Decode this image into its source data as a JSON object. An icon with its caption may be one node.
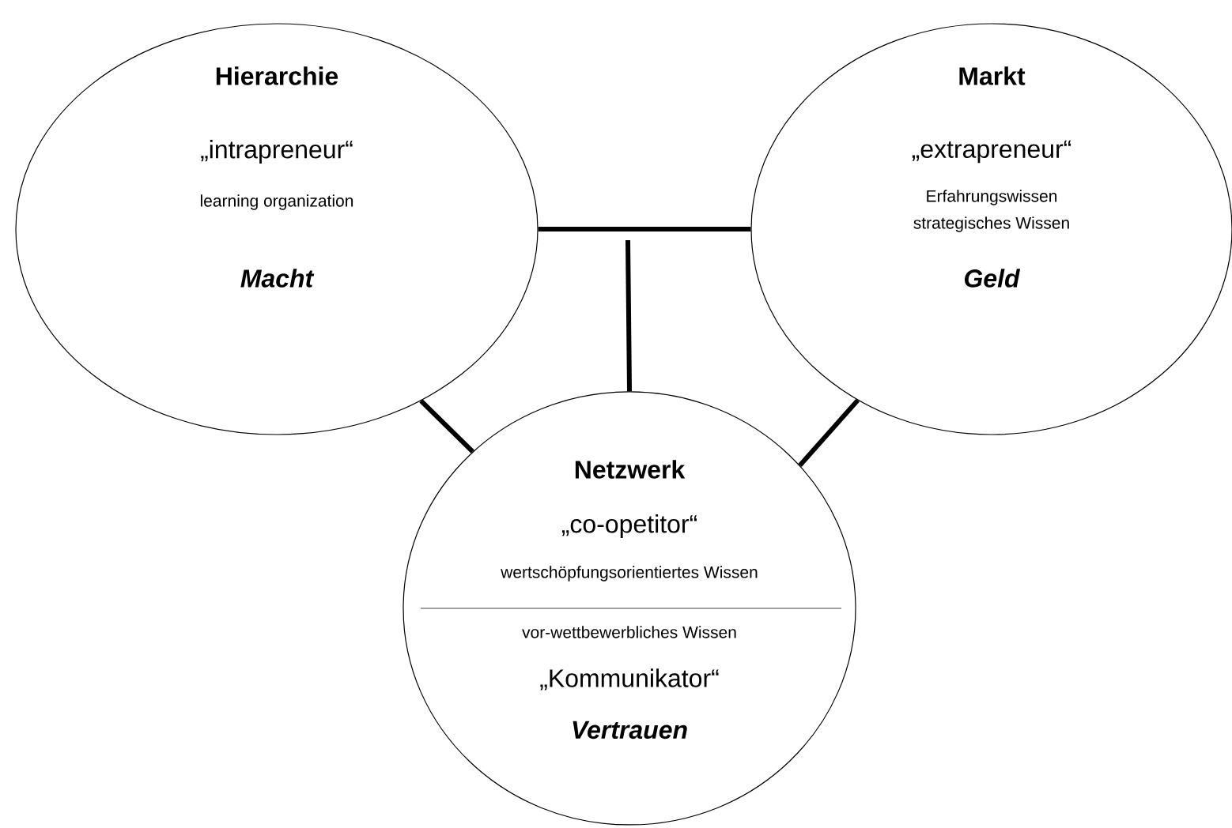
{
  "diagram": {
    "nodes": [
      {
        "text": [
          "Hierarchie",
          "„intrapreneur“",
          "learning organization",
          "Macht"
        ]
      },
      {
        "text": [
          "Markt",
          "„extrapreneur“",
          "Erfahrungswissen",
          "strategisches Wissen",
          "Geld"
        ]
      },
      {
        "text": [
          "Netzwerk",
          "„co-opetitor“",
          "wertschöpfungsorientiertes Wissen",
          "vor-wettbewerbliches Wissen",
          "„Kommunikator“",
          "Vertrauen"
        ]
      }
    ],
    "edges": [
      {
        "from": 0,
        "to": 1,
        "arrow": "none"
      },
      {
        "from": 0,
        "to": 2,
        "arrow": "none"
      },
      {
        "from": 1,
        "to": 2,
        "arrow": "none"
      },
      {
        "from": null,
        "to": 2,
        "arrow": "none"
      }
    ]
  }
}
